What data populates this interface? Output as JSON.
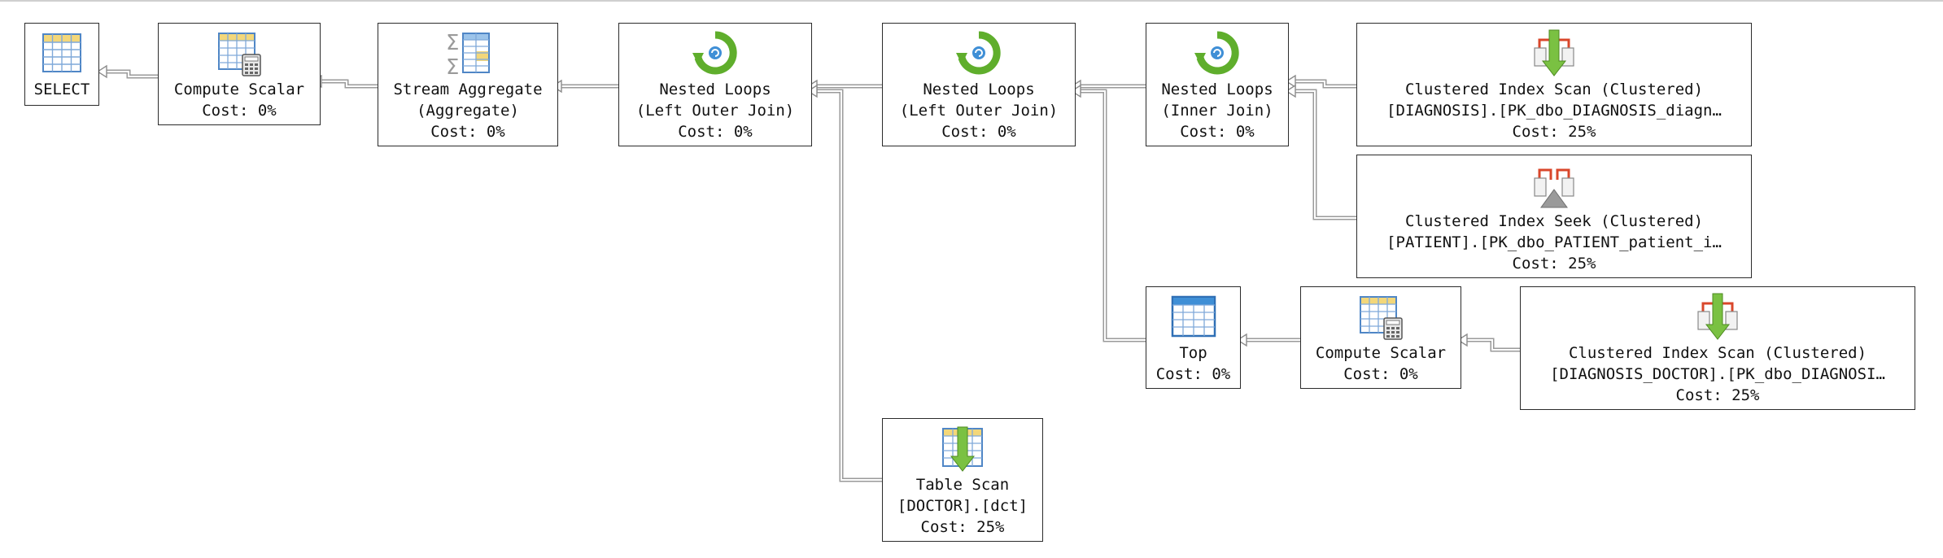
{
  "plan": {
    "select": {
      "l1": "SELECT"
    },
    "compute_scalar_1": {
      "l1": "Compute Scalar",
      "l2": "Cost: 0%"
    },
    "stream_aggregate": {
      "l1": "Stream Aggregate",
      "l2": "(Aggregate)",
      "l3": "Cost: 0%"
    },
    "nested_loops_1": {
      "l1": "Nested Loops",
      "l2": "(Left Outer Join)",
      "l3": "Cost: 0%"
    },
    "nested_loops_2": {
      "l1": "Nested Loops",
      "l2": "(Left Outer Join)",
      "l3": "Cost: 0%"
    },
    "nested_loops_3": {
      "l1": "Nested Loops",
      "l2": "(Inner Join)",
      "l3": "Cost: 0%"
    },
    "scan_diagnosis": {
      "l1": "Clustered Index Scan (Clustered)",
      "l2": "[DIAGNOSIS].[PK_dbo_DIAGNOSIS_diagn…",
      "l3": "Cost: 25%"
    },
    "seek_patient": {
      "l1": "Clustered Index Seek (Clustered)",
      "l2": "[PATIENT].[PK_dbo_PATIENT_patient_i…",
      "l3": "Cost: 25%"
    },
    "top": {
      "l1": "Top",
      "l2": "Cost: 0%"
    },
    "compute_scalar_2": {
      "l1": "Compute Scalar",
      "l2": "Cost: 0%"
    },
    "scan_diagnosis_doctor": {
      "l1": "Clustered Index Scan (Clustered)",
      "l2": "[DIAGNOSIS_DOCTOR].[PK_dbo_DIAGNOSI…",
      "l3": "Cost: 25%"
    },
    "table_scan": {
      "l1": "Table Scan",
      "l2": "[DOCTOR].[dct]",
      "l3": "Cost: 25%"
    }
  },
  "icons": {
    "select": "table-icon",
    "compute_scalar": "calculator-table-icon",
    "stream_aggregate": "sigma-aggregate-icon",
    "nested_loops": "loop-arrow-icon",
    "clustered_index_scan": "index-scan-icon",
    "clustered_index_seek": "index-seek-icon",
    "top": "top-table-icon",
    "table_scan": "table-scan-icon"
  },
  "colors": {
    "border": "#2b2b2b",
    "arrow": "#9a9a9a",
    "loop_green": "#5fae2c",
    "scan_green": "#7ac142",
    "index_red": "#d9472b",
    "table_blue": "#4f86c6"
  }
}
